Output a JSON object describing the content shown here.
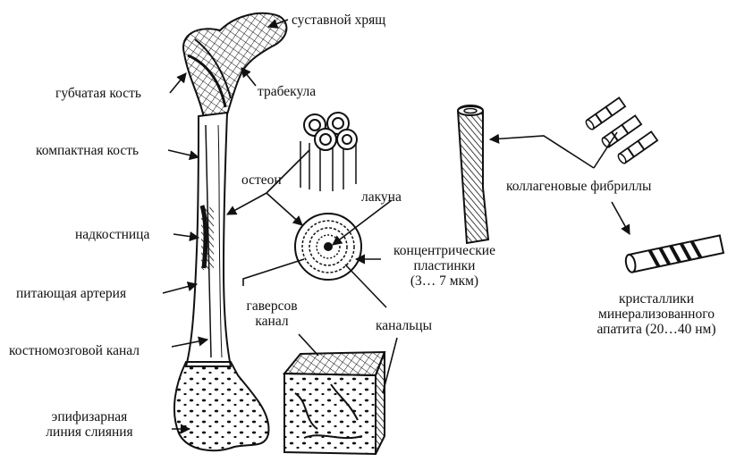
{
  "labels": {
    "articular_cartilage": "суставной хрящ",
    "spongy_bone": "губчатая кость",
    "trabecula": "трабекула",
    "compact_bone": "компактная кость",
    "osteon": "остеон",
    "lacuna": "лакуна",
    "periosteum": "надкостница",
    "concentric_lamellae_1": "концентрические",
    "concentric_lamellae_2": "пластинки",
    "concentric_lamellae_3": "(3… 7 мкм)",
    "collagen_fibrils": "коллагеновые фибриллы",
    "nutrient_artery": "питающая артерия",
    "haversian_canal_1": "гаверсов",
    "haversian_canal_2": "канал",
    "canaliculi": "канальцы",
    "apatite_1": "кристаллики",
    "apatite_2": "минерализованного",
    "apatite_3": "апатита (20…40 нм)",
    "medullary_canal": "костномозговой канал",
    "epiphyseal_1": "эпифизарная",
    "epiphyseal_2": "линия слияния"
  }
}
